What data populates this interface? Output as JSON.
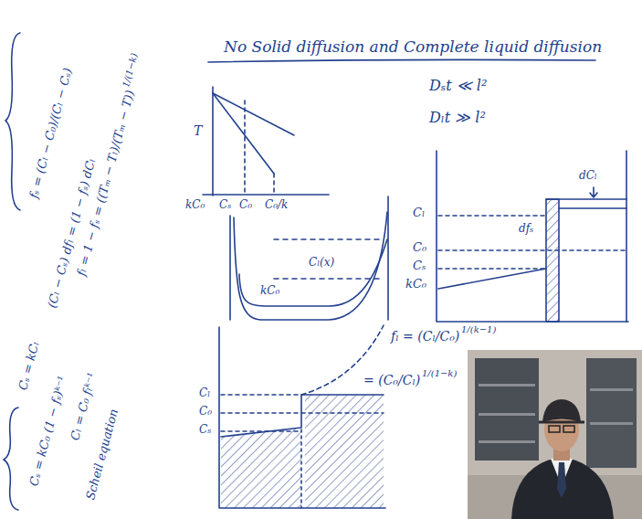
{
  "diagram": {
    "title": "No Solid diffusion and Complete liquid diffusion",
    "labels": [
      "fₛ = (Cₗ − C₀)/(Cₗ − Cₛ)",
      "1/(1−k)",
      "fₗ = 1 − fₛ = ((Tₘ − Tₗ)/(Tₘ − T))",
      "(Cₗ − Cₛ) dfₗ = (1 − fₛ) dCₗ",
      "Cₛ = kCₗ",
      "Cₛ = kC₀ (1 − fₛ)ᵏ⁻¹",
      "Cₗ = C₀ fₗᵏ⁻¹",
      "Scheil equation",
      "Dₛt ≪ l²",
      "Dₗt ≫ l²",
      "T",
      "kC₀",
      "Cₛ",
      "C₀",
      "C₀/k",
      "Cₗ(x)",
      "kC₀",
      "Cₗ",
      "C₀",
      "Cₛ",
      "fₗ = (Cₗ/C₀)",
      "1/(k−1)",
      "= (C₀/Cₗ)",
      "1/(1−k)",
      "Cₗ",
      "C₀",
      "Cₛ",
      "kC₀",
      "dfₛ",
      "dCₗ"
    ]
  }
}
